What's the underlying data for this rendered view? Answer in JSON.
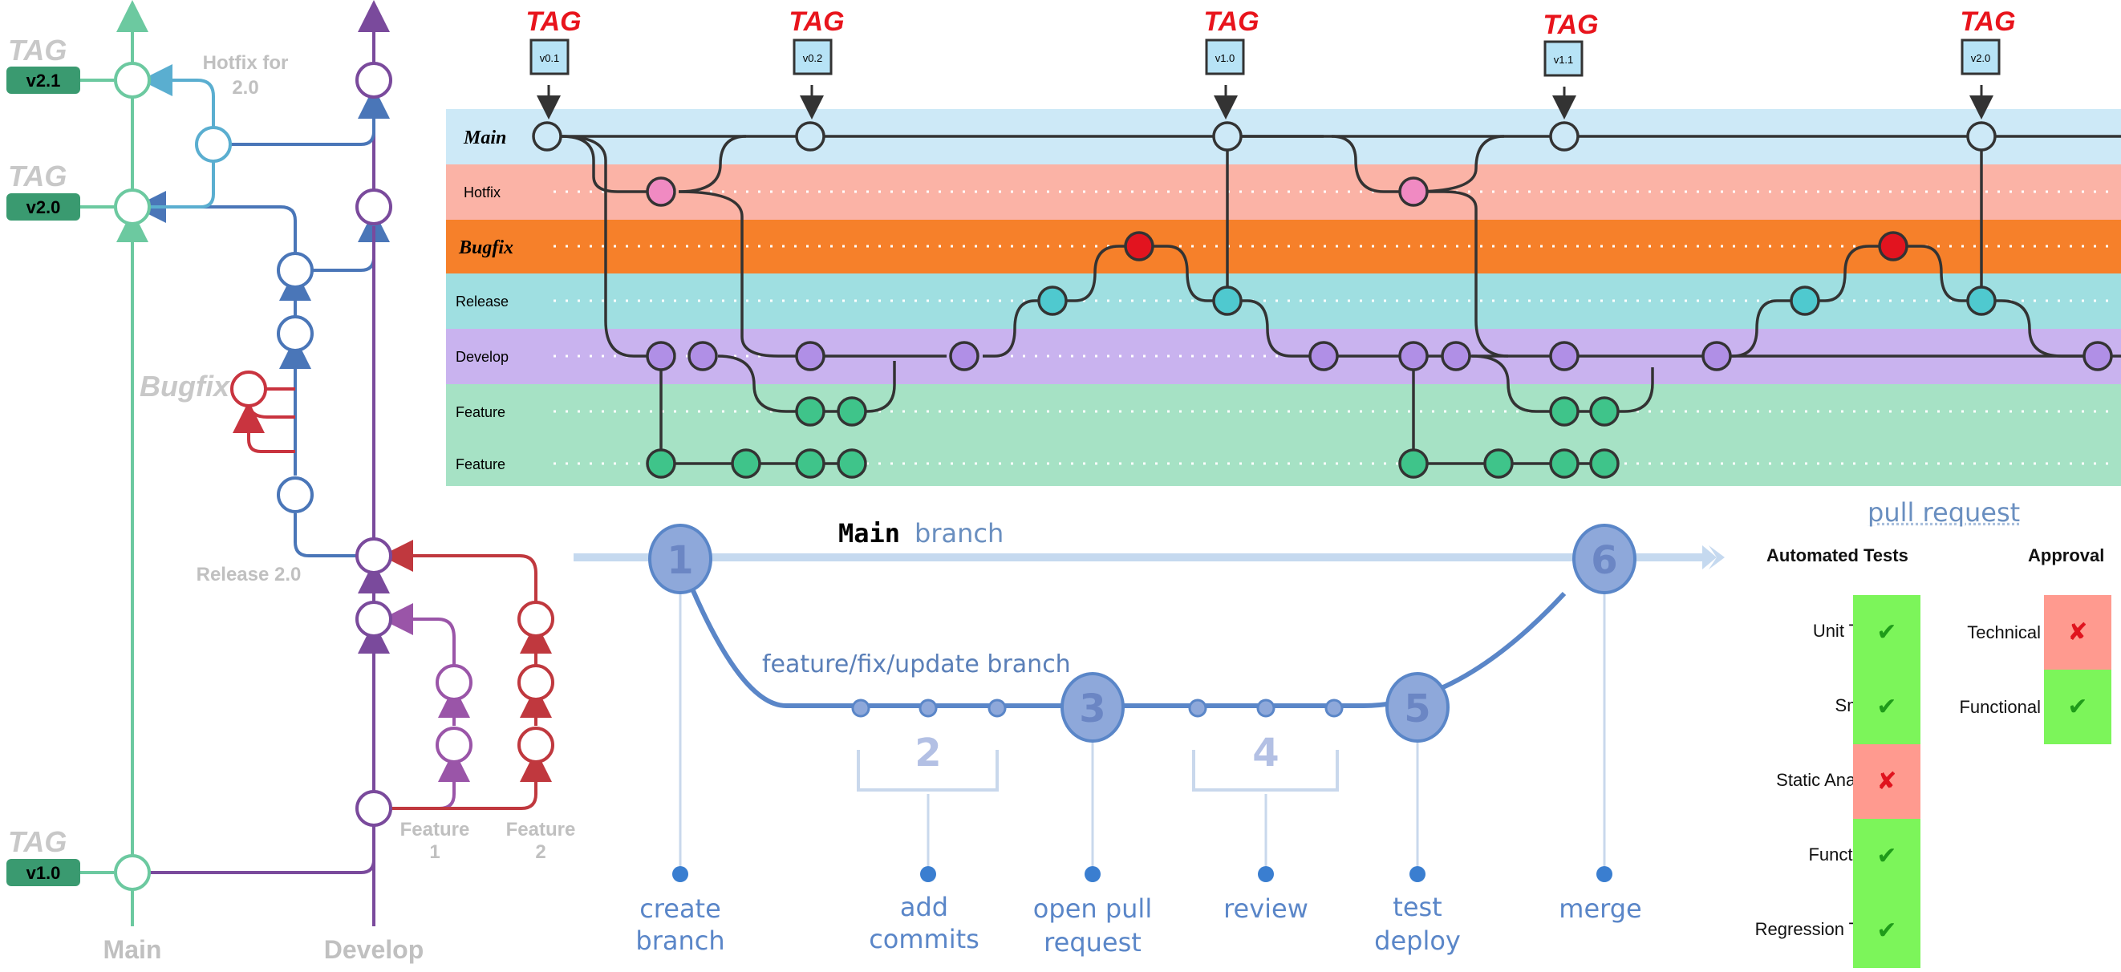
{
  "left_flow": {
    "tags": [
      {
        "tag": "TAG",
        "version": "v2.1"
      },
      {
        "tag": "TAG",
        "version": "v2.0"
      },
      {
        "tag": "TAG",
        "version": "v1.0"
      }
    ],
    "hotfix_label": [
      "Hotfix for",
      "2.0"
    ],
    "bugfix_label": "Bugfix",
    "release_label": "Release 2.0",
    "feature1_label": [
      "Feature",
      "1"
    ],
    "feature2_label": [
      "Feature",
      "2"
    ],
    "main_label": "Main",
    "develop_label": "Develop",
    "colors": {
      "main": "#6cc9a0",
      "develop": "#7a4a9c",
      "release": "#4a76b8",
      "hotfix": "#5aaed0",
      "bugfix": "#c9343f",
      "feature1": "#9a55a8",
      "feature2": "#c0383e",
      "tag_badge": "#3a9a70"
    }
  },
  "swimlanes": {
    "tags": [
      {
        "tag": "TAG",
        "version": "v0.1"
      },
      {
        "tag": "TAG",
        "version": "v0.2"
      },
      {
        "tag": "TAG",
        "version": "v1.0"
      },
      {
        "tag": "TAG",
        "version": "v1.1"
      },
      {
        "tag": "TAG",
        "version": "v2.0"
      }
    ],
    "lanes": [
      {
        "name": "Main",
        "color": "#cde9f7"
      },
      {
        "name": "Hotfix",
        "color": "#fbb3a6"
      },
      {
        "name": "Bugfix",
        "color": "#f6802a"
      },
      {
        "name": "Release",
        "color": "#9fdfe1"
      },
      {
        "name": "Develop",
        "color": "#c9b3ef"
      },
      {
        "name": "Feature",
        "color": "#a6e2c5"
      },
      {
        "name": "Feature",
        "color": "#a6e2c5"
      }
    ],
    "commit_colors": {
      "main": "#cde9f7",
      "hotfix": "#f08ac2",
      "bugfix": "#e2141f",
      "release": "#4fc9cf",
      "develop": "#b08fe6",
      "feature": "#3fc48a"
    }
  },
  "pr_flow": {
    "main_branch_label_1": "Main",
    "main_branch_label_2": "branch",
    "feature_branch_label": "feature/fix/update branch",
    "steps": [
      "1",
      "2",
      "3",
      "4",
      "5",
      "6"
    ],
    "step_labels": [
      [
        "create",
        "branch"
      ],
      [
        "add",
        "commits"
      ],
      [
        "open pull",
        "request"
      ],
      [
        "review"
      ],
      [
        "test",
        "deploy"
      ],
      [
        "merge"
      ]
    ]
  },
  "pull_request": {
    "title": "pull request",
    "automated_header": "Automated Tests",
    "approval_header": "Approval",
    "automated_tests": [
      {
        "name": "Unit Tests",
        "status": "pass",
        "mark": "✔"
      },
      {
        "name": "Smoke",
        "status": "pass",
        "mark": "✔"
      },
      {
        "name": "Static Analysis",
        "status": "fail",
        "mark": "✘"
      },
      {
        "name": "Functional",
        "status": "pass",
        "mark": "✔"
      },
      {
        "name": "Regression Tests",
        "status": "pass",
        "mark": "✔"
      }
    ],
    "approvals": [
      {
        "name": "Technical",
        "status": "fail",
        "mark": "✘"
      },
      {
        "name": "Functional",
        "status": "pass",
        "mark": "✔"
      }
    ]
  }
}
